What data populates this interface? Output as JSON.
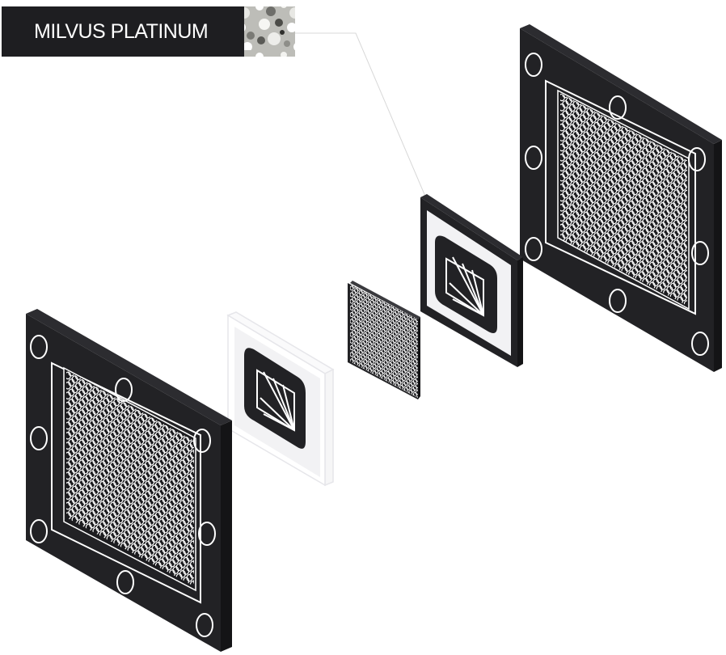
{
  "legend": {
    "material_name": "MILVUS PLATINUM",
    "swatch": "granite-texture"
  },
  "colors": {
    "panel": "#222225",
    "panel_side": "#141416",
    "light_panel": "#f2f2f4",
    "outline": "#e6e6ea",
    "line": "#ffffff",
    "leader": "#d8d8d8"
  },
  "components": [
    {
      "name": "outer-frame-front"
    },
    {
      "name": "translucent-insert-panel"
    },
    {
      "name": "perforated-mesh-plate"
    },
    {
      "name": "inset-insert-panel"
    },
    {
      "name": "outer-frame-back"
    }
  ]
}
